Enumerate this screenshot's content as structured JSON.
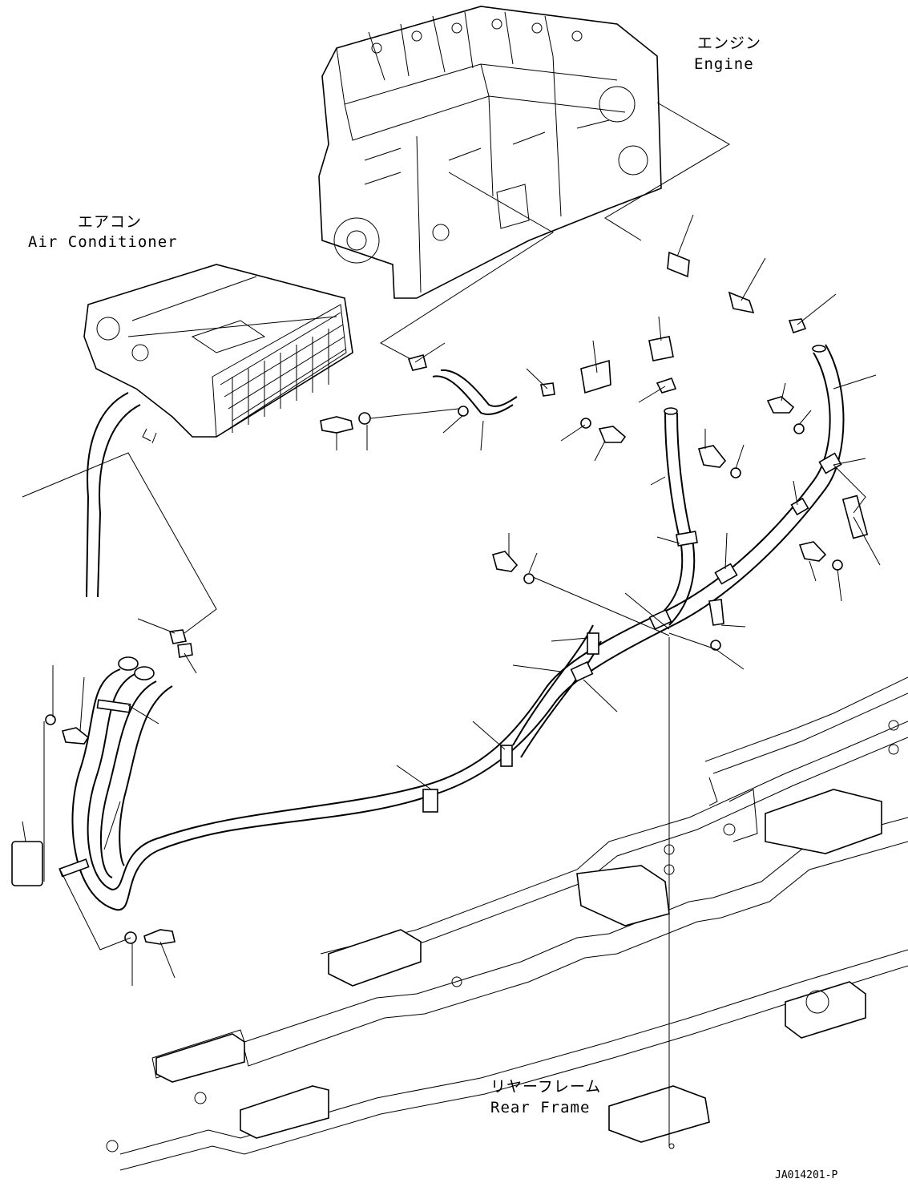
{
  "labels": {
    "engine_jp": "エンジン",
    "engine_en": "Engine",
    "aircon_jp": "エアコン",
    "aircon_en": "Air Conditioner",
    "frame_jp": "リヤーフレーム",
    "frame_en": "Rear Frame"
  },
  "drawing_code": "JA014201-P"
}
